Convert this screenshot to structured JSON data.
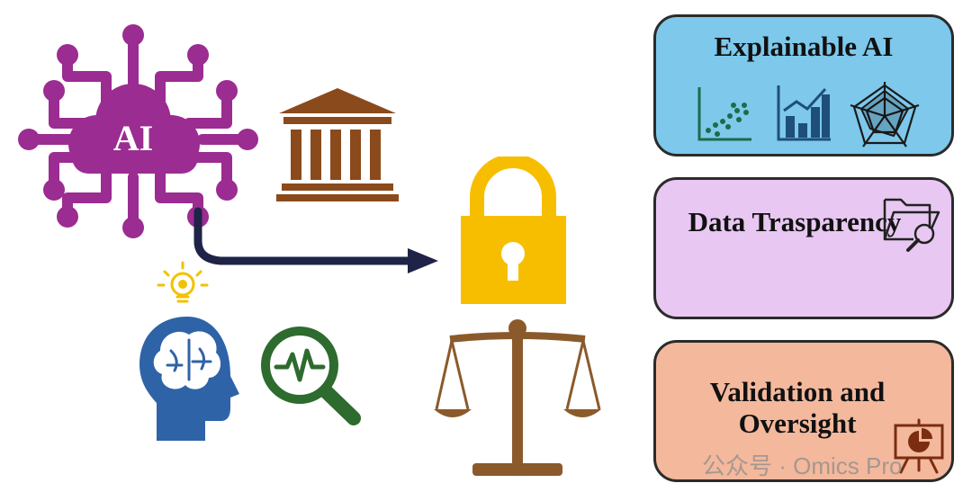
{
  "ai_label": "AI",
  "panels": [
    {
      "id": "explainable-ai",
      "title": "Explainable AI",
      "icons": [
        "scatter-plot-icon",
        "bar-chart-icon",
        "radar-chart-icon"
      ]
    },
    {
      "id": "data-transparency",
      "title": "Data Trasparency",
      "icons": [
        "folder-search-icon"
      ]
    },
    {
      "id": "validation-oversight",
      "title": "Validation and Oversight",
      "icons": [
        "presentation-board-icon"
      ]
    }
  ],
  "watermark": "公众号 · Omics Pro",
  "colors": {
    "ai_purple": "#9b2c91",
    "building_brown": "#8b4a1c",
    "lock_yellow": "#f7be00",
    "scale_brown": "#8b5a2b",
    "head_blue": "#2f63a8",
    "magnifier_green": "#2e6b2e",
    "bulb_yellow": "#f2c200",
    "arrow_navy": "#1f2347",
    "xai_panel": "#7dc8eb",
    "data_panel": "#e8c8f2",
    "validation_panel": "#f4b89c"
  }
}
